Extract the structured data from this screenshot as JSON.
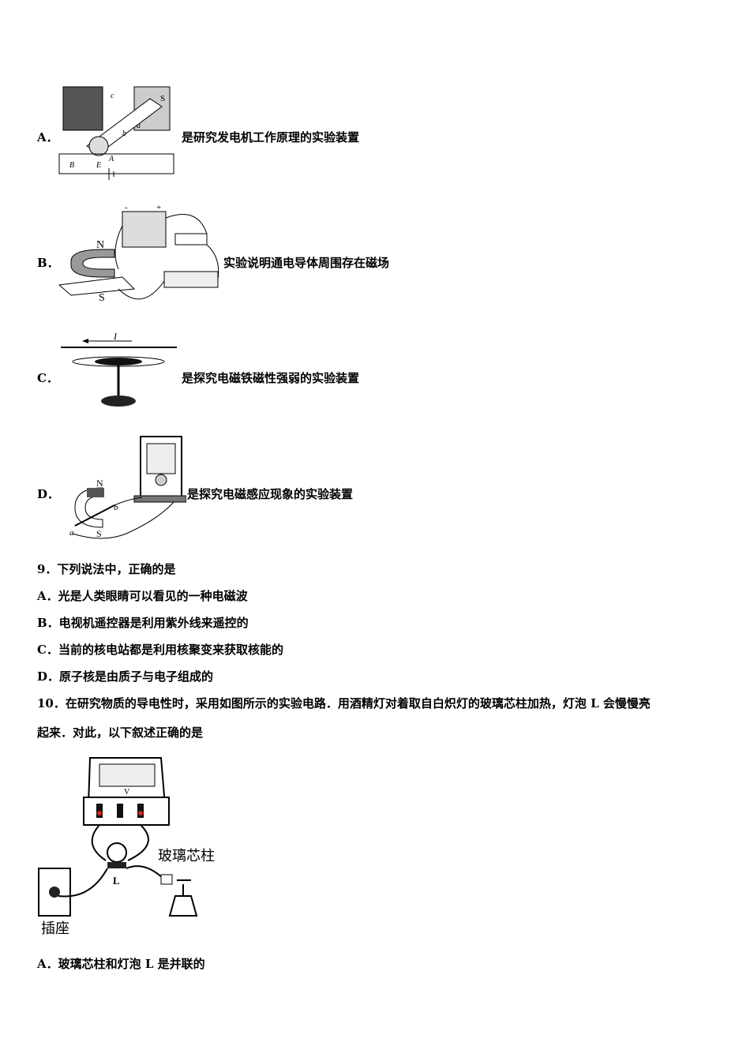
{
  "q8_options": [
    {
      "letter": "A．",
      "text": "是研究发电机工作原理的实验装置"
    },
    {
      "letter": "B．",
      "text": "实验说明通电导体周围存在磁场"
    },
    {
      "letter": "C．",
      "text": "是探究电磁铁磁性强弱的实验装置"
    },
    {
      "letter": "D．",
      "text": "是探究电磁感应现象的实验装置"
    }
  ],
  "q8_figure_labels": {
    "a": {
      "c": "c",
      "a": "a",
      "b": "b",
      "B": "B",
      "E": "E",
      "A": "A",
      "S": "S"
    },
    "b": {
      "minus": "-",
      "plus": "+",
      "N": "N",
      "S": "S"
    },
    "c": {
      "I": "I"
    },
    "d": {
      "N": "N",
      "S": "S",
      "a": "a",
      "b": "b"
    }
  },
  "q9": {
    "stem": "9．下列说法中，正确的是",
    "options": [
      "A．光是人类眼睛可以看见的一种电磁波",
      "B．电视机遥控器是利用紫外线来遥控的",
      "C．当前的核电站都是利用核聚变来获取核能的",
      "D．原子核是由质子与电子组成的"
    ]
  },
  "q10": {
    "stem_line1": "10．在研究物质的导电性时，采用如图所示的实验电路．用酒精灯对着取自白炽灯的玻璃芯柱加热，灯泡 L 会慢慢亮",
    "stem_line2": "起来．对此，以下叙述正确的是",
    "figure_labels": {
      "glass": "玻璃芯柱",
      "lamp": "L",
      "socket": "插座",
      "meter": "V"
    },
    "option_a": "A．玻璃芯柱和灯泡 L 是并联的"
  }
}
